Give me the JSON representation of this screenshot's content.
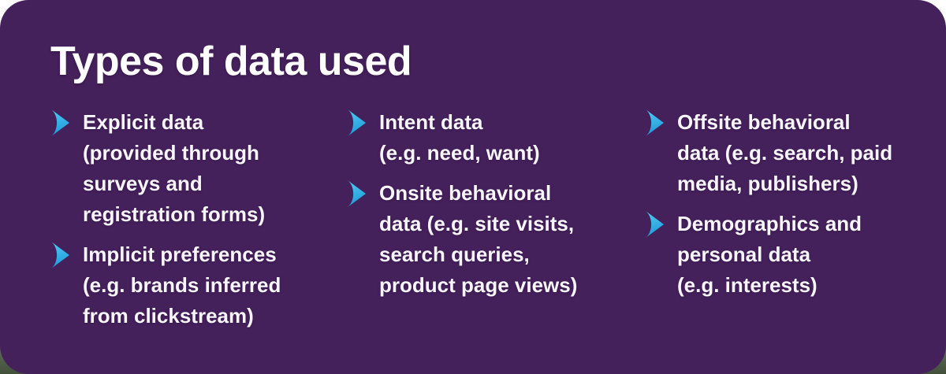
{
  "card": {
    "title": "Types of data used",
    "background_color": "#45215c",
    "text_color": "#f7f4fa",
    "accent_color": "#29abe2",
    "bullet_icon": "arrow-right-chevron",
    "columns": [
      {
        "items": [
          {
            "text": "Explicit data\n(provided through\nsurveys and\nregistration forms)"
          },
          {
            "text": "Implicit preferences\n(e.g. brands inferred\nfrom clickstream)"
          }
        ]
      },
      {
        "items": [
          {
            "text": "Intent data\n(e.g. need, want)"
          },
          {
            "text": "Onsite behavioral\ndata (e.g. site visits,\nsearch queries,\nproduct page views)"
          }
        ]
      },
      {
        "items": [
          {
            "text": "Offsite behavioral\ndata (e.g. search, paid\nmedia, publishers)"
          },
          {
            "text": "Demographics and\npersonal data\n(e.g. interests)"
          }
        ]
      }
    ]
  }
}
